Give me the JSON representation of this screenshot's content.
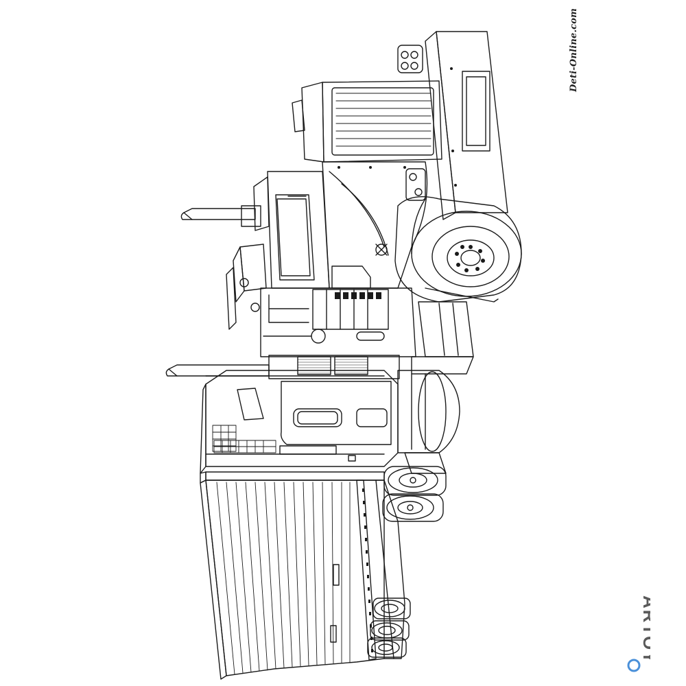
{
  "image": {
    "kind": "line-art coloring page",
    "subject": "semi truck with box trailer",
    "background": "#ffffff",
    "line_color": "#1a1a1a"
  },
  "watermarks": {
    "site": "Deti-Online.com",
    "brand": "ARTOY",
    "brand_color": "#5a5a5a",
    "brand_accent": "#4a90d9"
  }
}
